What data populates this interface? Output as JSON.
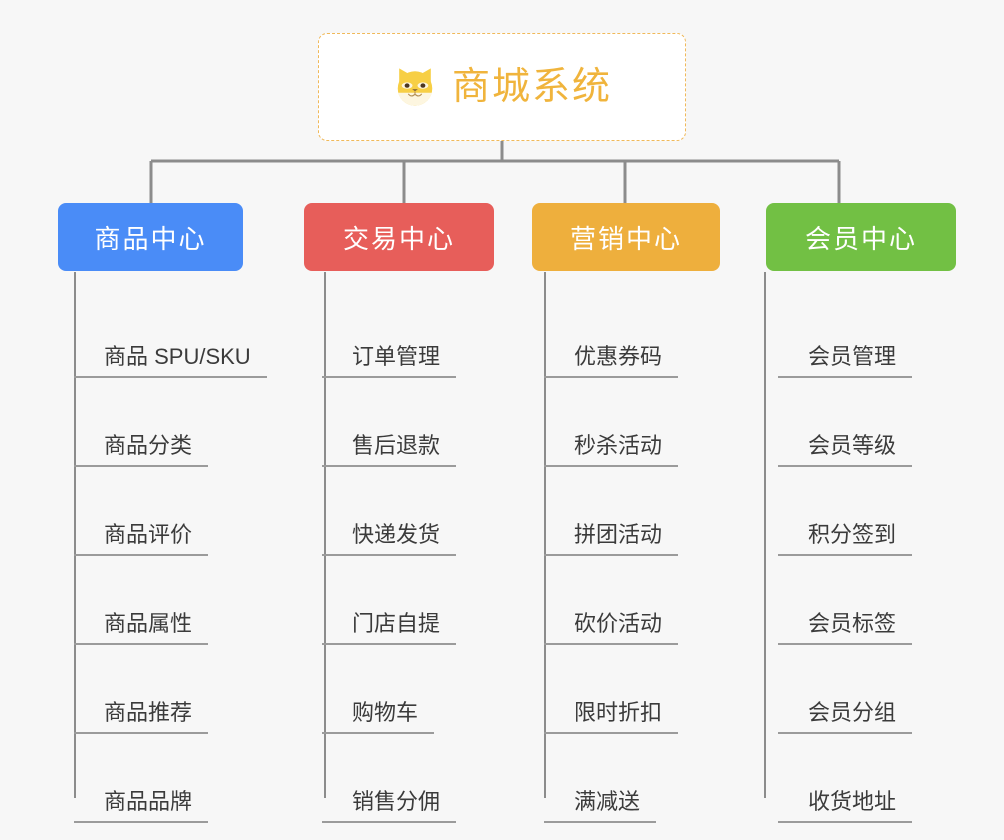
{
  "page": {
    "background_color": "#f7f7f7",
    "line_color": "#8c8c8c",
    "text_color": "#3b3b3b"
  },
  "root": {
    "title": "商城系统",
    "icon": "dog-face-icon",
    "title_color": "#f0b43c",
    "border_color": "#f0b95a",
    "background_color": "#ffffff"
  },
  "columns": [
    {
      "header": "商品中心",
      "color": "#4a8cf7",
      "items": [
        "商品 SPU/SKU",
        "商品分类",
        "商品评价",
        "商品属性",
        "商品推荐",
        "商品品牌"
      ]
    },
    {
      "header": "交易中心",
      "color": "#e75e5a",
      "items": [
        "订单管理",
        "售后退款",
        "快递发货",
        "门店自提",
        "购物车",
        "销售分佣"
      ]
    },
    {
      "header": "营销中心",
      "color": "#eeaf3d",
      "items": [
        "优惠券码",
        "秒杀活动",
        "拼团活动",
        "砍价活动",
        "限时折扣",
        "满减送"
      ]
    },
    {
      "header": "会员中心",
      "color": "#72c044",
      "items": [
        "会员管理",
        "会员等级",
        "积分签到",
        "会员标签",
        "会员分组",
        "收货地址"
      ]
    }
  ]
}
